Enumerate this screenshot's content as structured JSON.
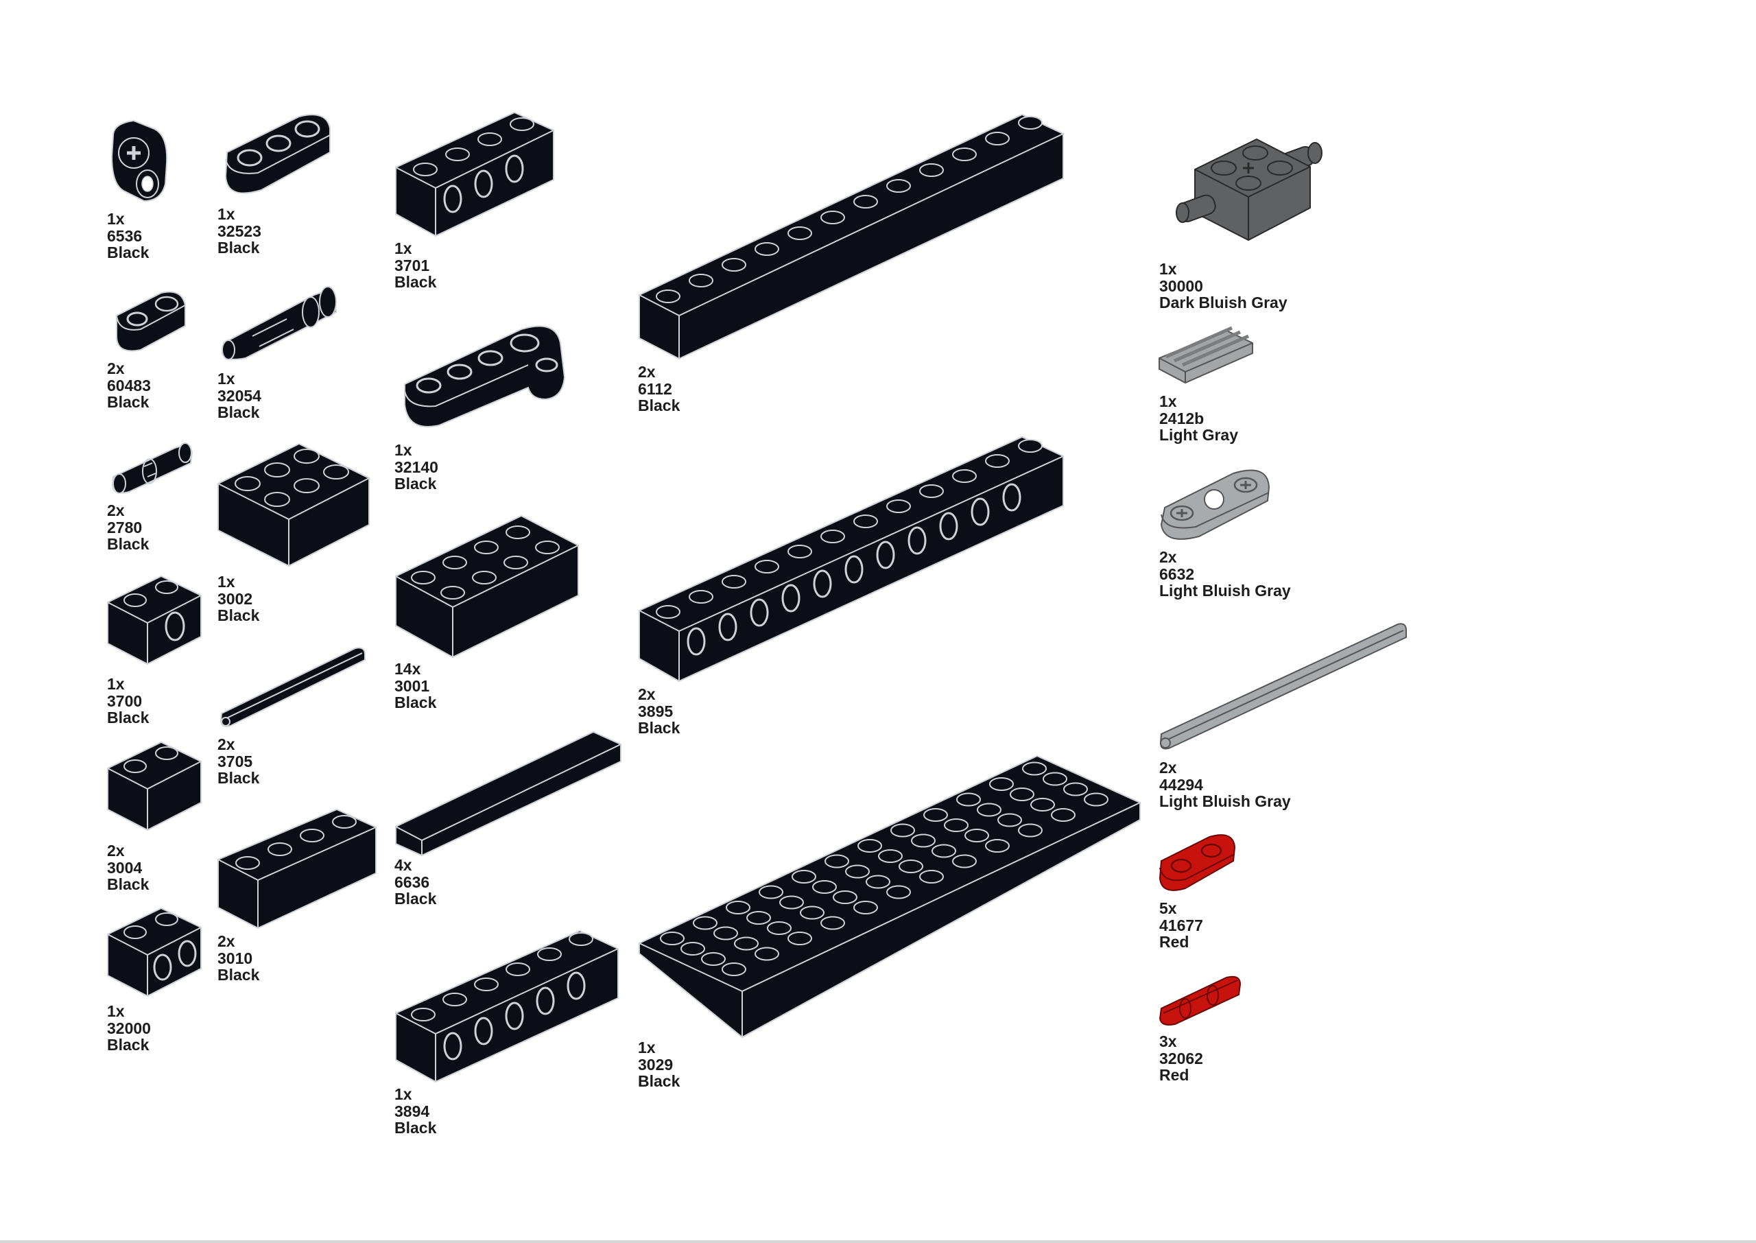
{
  "parts": {
    "p6536": {
      "qty": "1x",
      "id": "6536",
      "color": "Black"
    },
    "p60483": {
      "qty": "2x",
      "id": "60483",
      "color": "Black"
    },
    "p2780": {
      "qty": "2x",
      "id": "2780",
      "color": "Black"
    },
    "p3700": {
      "qty": "1x",
      "id": "3700",
      "color": "Black"
    },
    "p3004": {
      "qty": "2x",
      "id": "3004",
      "color": "Black"
    },
    "p32000": {
      "qty": "1x",
      "id": "32000",
      "color": "Black"
    },
    "p32523": {
      "qty": "1x",
      "id": "32523",
      "color": "Black"
    },
    "p32054": {
      "qty": "1x",
      "id": "32054",
      "color": "Black"
    },
    "p3002": {
      "qty": "1x",
      "id": "3002",
      "color": "Black"
    },
    "p3705": {
      "qty": "2x",
      "id": "3705",
      "color": "Black"
    },
    "p3010": {
      "qty": "2x",
      "id": "3010",
      "color": "Black"
    },
    "p3701": {
      "qty": "1x",
      "id": "3701",
      "color": "Black"
    },
    "p32140": {
      "qty": "1x",
      "id": "32140",
      "color": "Black"
    },
    "p3001": {
      "qty": "14x",
      "id": "3001",
      "color": "Black"
    },
    "p6636": {
      "qty": "4x",
      "id": "6636",
      "color": "Black"
    },
    "p3894": {
      "qty": "1x",
      "id": "3894",
      "color": "Black"
    },
    "p6112": {
      "qty": "2x",
      "id": "6112",
      "color": "Black"
    },
    "p3895": {
      "qty": "2x",
      "id": "3895",
      "color": "Black"
    },
    "p3029": {
      "qty": "1x",
      "id": "3029",
      "color": "Black"
    },
    "p30000": {
      "qty": "1x",
      "id": "30000",
      "color": "Dark Bluish Gray"
    },
    "p2412b": {
      "qty": "1x",
      "id": "2412b",
      "color": "Light Gray"
    },
    "p6632": {
      "qty": "2x",
      "id": "6632",
      "color": "Light Bluish Gray"
    },
    "p44294": {
      "qty": "2x",
      "id": "44294",
      "color": "Light Bluish Gray"
    },
    "p41677": {
      "qty": "5x",
      "id": "41677",
      "color": "Red"
    },
    "p32062": {
      "qty": "3x",
      "id": "32062",
      "color": "Red"
    }
  },
  "colors": {
    "black_part": "#0b0e14",
    "edge": "#cfd3d8",
    "dark_bluish_gray": "#5f6162",
    "light_gray": "#a3a5a6",
    "light_bluish_gray": "#a7abae",
    "red": "#c8120e",
    "label_text": "#1c1c1c"
  }
}
